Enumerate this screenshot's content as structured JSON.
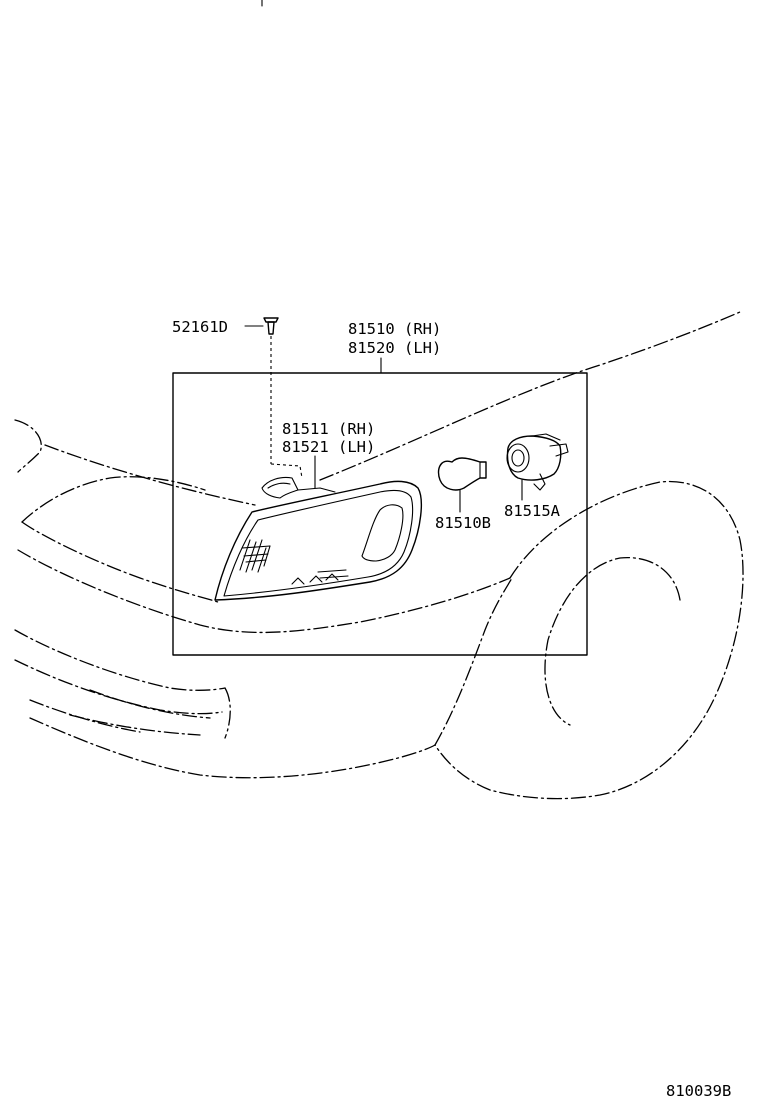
{
  "diagram": {
    "drawing_number": "810039B",
    "labels": {
      "clip": "52161D",
      "lamp_assy_rh": "81510 (RH)",
      "lamp_assy_lh": "81520 (LH)",
      "lens_rh": "81511 (RH)",
      "lens_lh": "81521 (LH)",
      "bulb": "81510B",
      "socket": "81515A"
    }
  }
}
